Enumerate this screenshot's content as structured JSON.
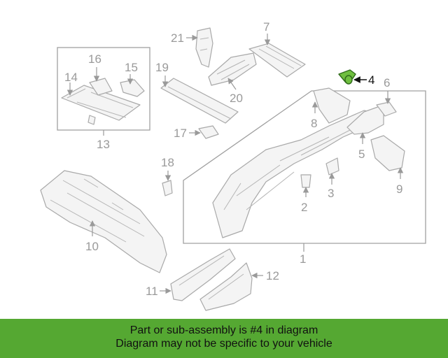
{
  "diagram": {
    "callouts": {
      "c1": "1",
      "c2": "2",
      "c3": "3",
      "c4": "4",
      "c5": "5",
      "c6": "6",
      "c7": "7",
      "c8": "8",
      "c9": "9",
      "c10": "10",
      "c11": "11",
      "c12": "12",
      "c13": "13",
      "c14": "14",
      "c15": "15",
      "c16": "16",
      "c17": "17",
      "c18": "18",
      "c19": "19",
      "c20": "20",
      "c21": "21"
    },
    "highlighted_part": "4",
    "colors": {
      "highlight": "#6fbf3f",
      "banner": "#55a832",
      "line": "#9a9a9a"
    }
  },
  "banner": {
    "line1": "Part or sub-assembly is #4 in diagram",
    "line2": "Diagram may not be specific to your vehicle"
  }
}
